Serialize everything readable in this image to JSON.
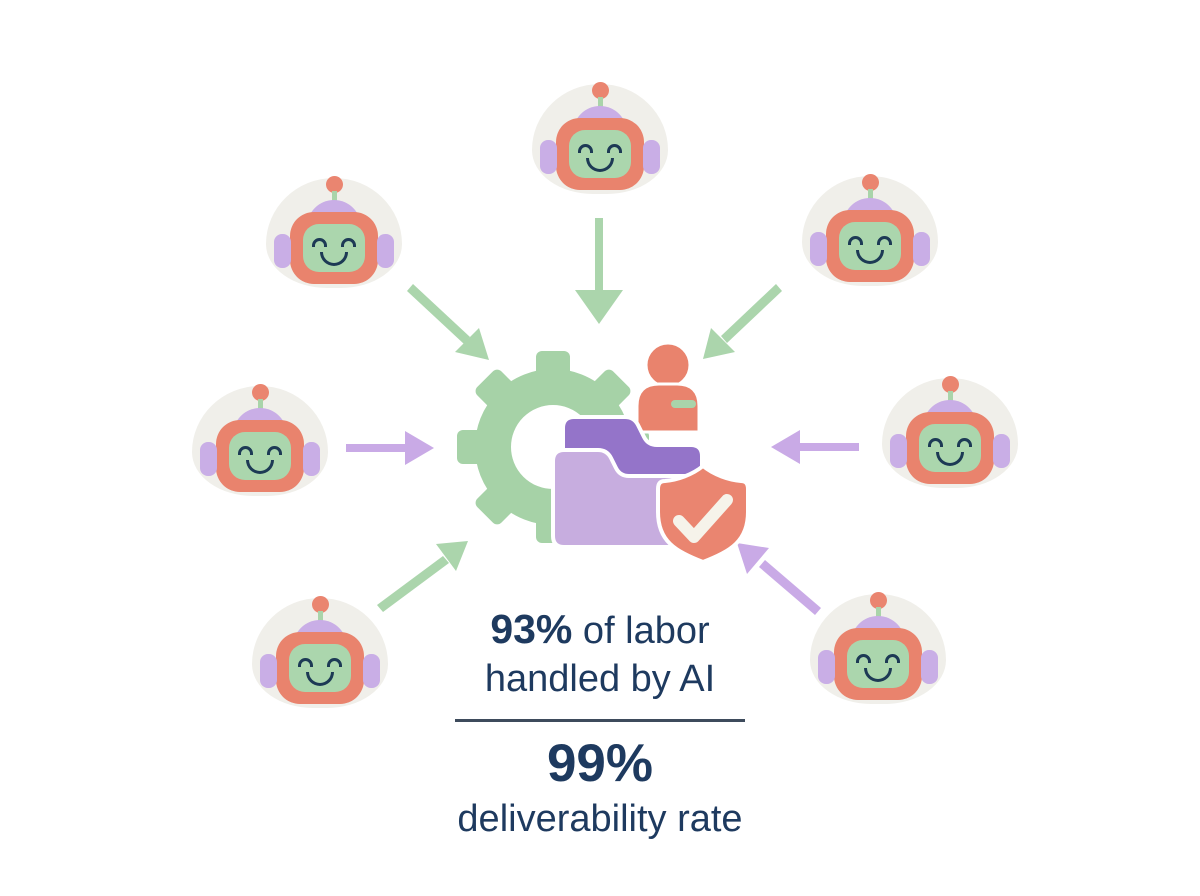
{
  "stats": {
    "labor": {
      "value": "93%",
      "suffix": " of labor",
      "line2": "handled by AI"
    },
    "deliverability": {
      "value": "99%",
      "label": "deliverability rate"
    }
  },
  "icons": {
    "center": [
      "gear-icon",
      "folder-icon",
      "user-icon",
      "shield-check-icon"
    ],
    "robots": "robot-head-icon",
    "arrows": [
      "arrow-down",
      "arrow-down-right",
      "arrow-down-left",
      "arrow-right",
      "arrow-left",
      "arrow-up-right",
      "arrow-up-left"
    ]
  },
  "colors": {
    "green": "#a9d4aa",
    "purple_light": "#c9aee6",
    "purple_dark": "#9474c9",
    "coral": "#e9836d",
    "navy_text": "#1e3a5f",
    "eye_navy": "#1d3a55",
    "blob_gray": "#f0efea",
    "face_green": "#abd6ad",
    "divider": "#3e4b5c",
    "check_white": "#f6f3ea"
  }
}
